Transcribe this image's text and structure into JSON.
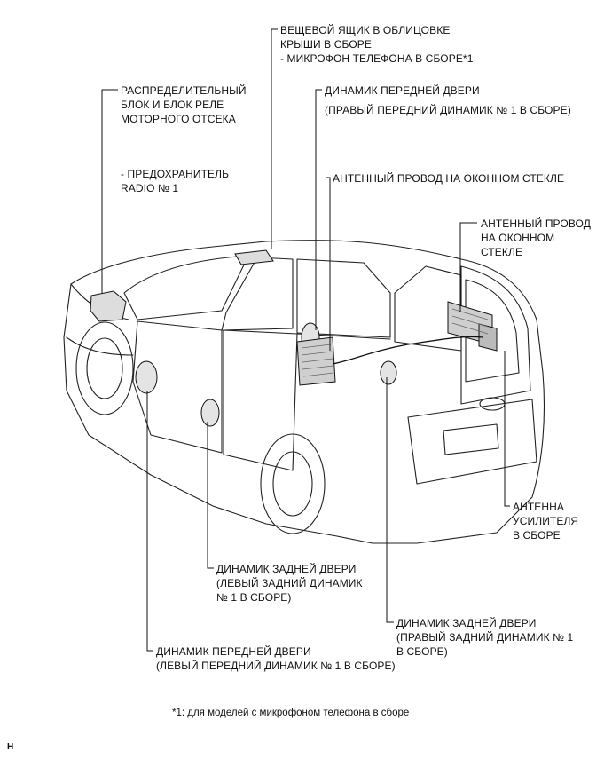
{
  "labels": {
    "glovebox": [
      "ВЕЩЕВОЙ ЯЩИК В ОБЛИЦОВКЕ",
      "КРЫШИ В СБОРЕ",
      "- МИКРОФОН ТЕЛЕФОНА В СБОРЕ*1"
    ],
    "junction": [
      "РАСПРЕДЕЛИТЕЛЬНЫЙ",
      "БЛОК И БЛОК РЕЛЕ",
      "МОТОРНОГО ОТСЕКА"
    ],
    "fuse": [
      "- ПРЕДОХРАНИТЕЛЬ",
      "RADIO № 1"
    ],
    "front_door_right": [
      "ДИНАМИК ПЕРЕДНЕЙ ДВЕРИ",
      "(ПРАВЫЙ ПЕРЕДНИЙ ДИНАМИК № 1 В СБОРЕ)"
    ],
    "antenna_wire_1": [
      "АНТЕННЫЙ ПРОВОД НА ОКОННОМ СТЕКЛЕ"
    ],
    "antenna_wire_2": [
      "АНТЕННЫЙ ПРОВОД",
      "НА ОКОННОМ",
      "СТЕКЛЕ"
    ],
    "amp_antenna": [
      "АНТЕННА",
      "УСИЛИТЕЛЯ",
      "В СБОРЕ"
    ],
    "rear_door_left": [
      "ДИНАМИК ЗАДНЕЙ ДВЕРИ",
      "(ЛЕВЫЙ ЗАДНИЙ ДИНАМИК",
      "№ 1 В СБОРЕ)"
    ],
    "rear_door_right": [
      "ДИНАМИК ЗАДНЕЙ ДВЕРИ",
      "(ПРАВЫЙ ЗАДНИЙ ДИНАМИК № 1",
      "В СБОРЕ)"
    ],
    "front_door_left": [
      "ДИНАМИК ПЕРЕДНЕЙ ДВЕРИ",
      "(ЛЕВЫЙ ПЕРЕДНИЙ ДИНАМИК № 1 В СБОРЕ)"
    ]
  },
  "footnote": "*1: для моделей с микрофоном телефона в сборе",
  "code": "H"
}
